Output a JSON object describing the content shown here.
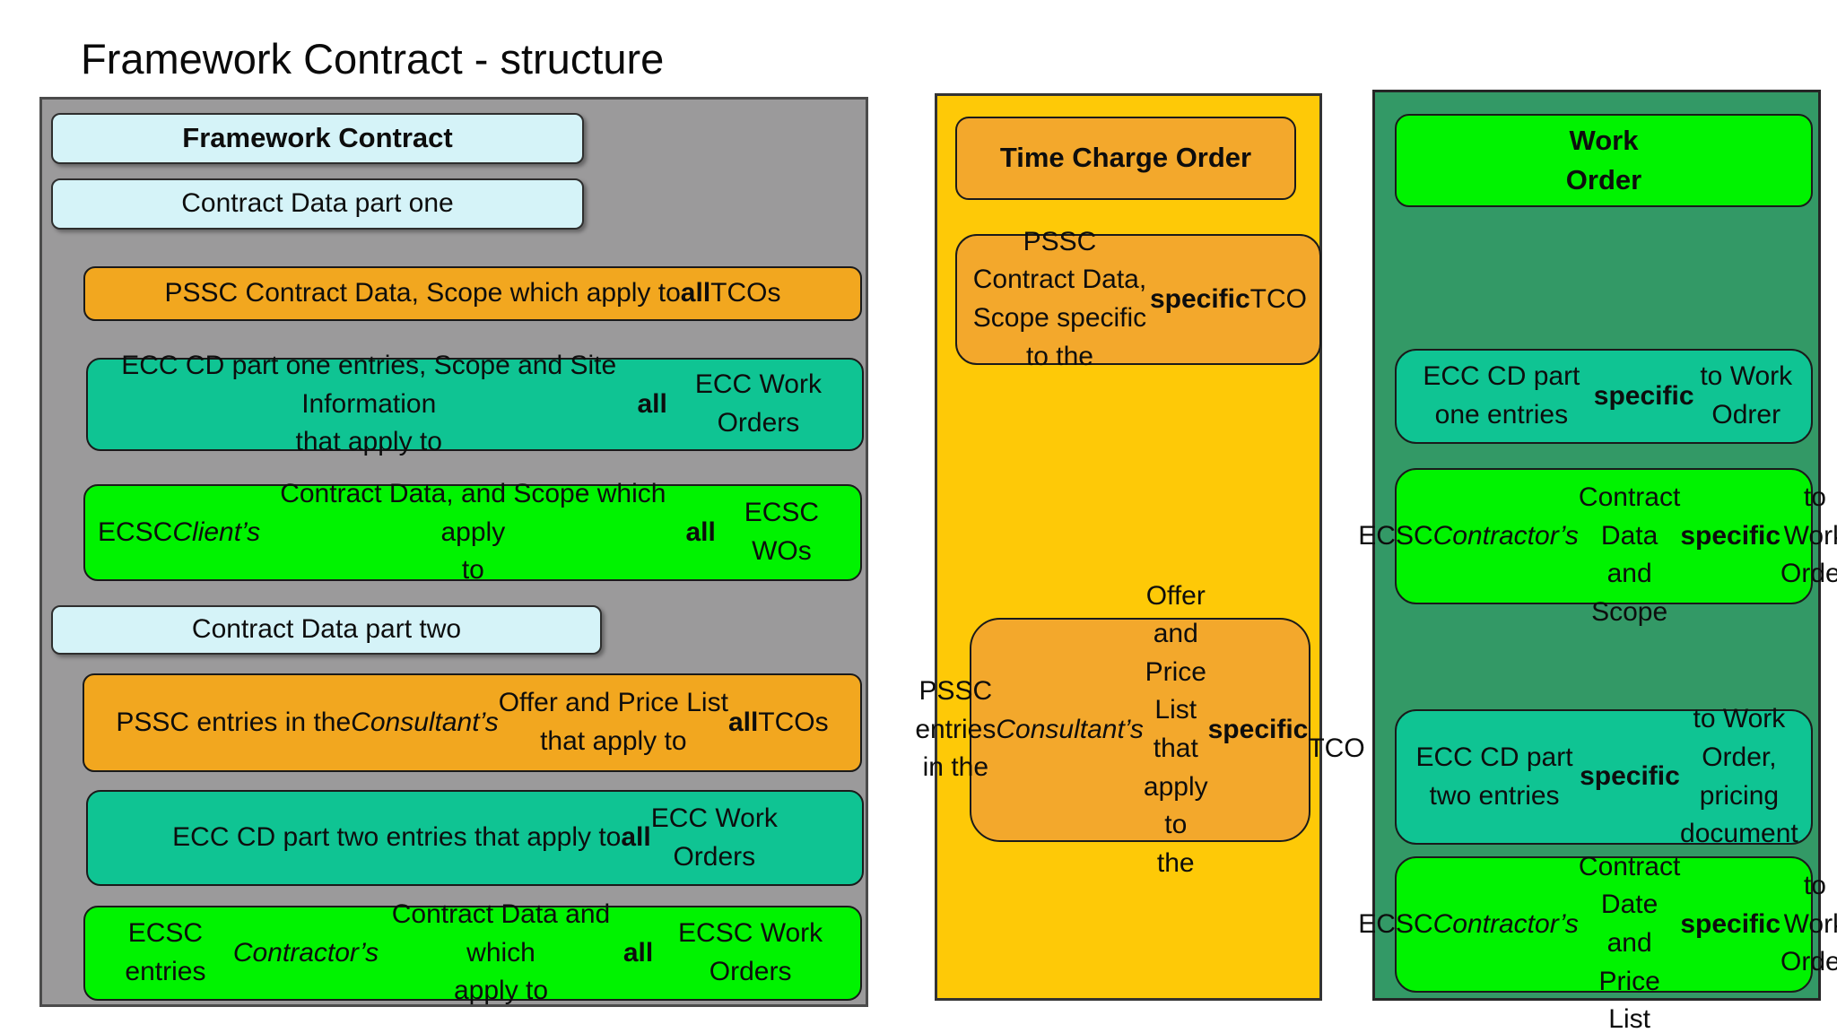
{
  "title": "Framework Contract - structure",
  "colors": {
    "left_column_bg": "#9b9a9b",
    "middle_column_bg": "#fec907",
    "right_column_bg": "#339966",
    "cyan_box": "#d5f3f8",
    "orange_box": "#f2a71f",
    "mid_orange_box": "#f3a82c",
    "teal_box": "#0fc493",
    "green_box": "#00f300",
    "box_border": "#1a1a1a"
  },
  "left": {
    "name": "Framework Contract column",
    "boxes": [
      {
        "name": "framework-contract-header",
        "runs": [
          {
            "text": "Framework Contract",
            "bold": true
          }
        ]
      },
      {
        "name": "contract-data-part-one",
        "runs": [
          {
            "text": "Contract Data part one"
          }
        ]
      },
      {
        "name": "pssc-contract-data-all-tcos",
        "runs": [
          {
            "text": "PSSC Contract Data, Scope which apply to "
          },
          {
            "text": "all",
            "bold": true
          },
          {
            "text": " TCOs"
          }
        ]
      },
      {
        "name": "ecc-cd-part-one-all",
        "runs": [
          {
            "text": "ECC CD part one entries, Scope and Site Information\nthat apply to "
          },
          {
            "text": "all",
            "bold": true
          },
          {
            "text": " ECC Work Orders"
          }
        ]
      },
      {
        "name": "ecsc-clients-contract-data-all",
        "runs": [
          {
            "text": "ECSC "
          },
          {
            "text": "Client’s",
            "italic": true
          },
          {
            "text": " Contract Data, and Scope which apply\nto "
          },
          {
            "text": "all",
            "bold": true
          },
          {
            "text": " ECSC WOs"
          }
        ]
      },
      {
        "name": "contract-data-part-two",
        "runs": [
          {
            "text": "Contract Data part two"
          }
        ]
      },
      {
        "name": "pssc-entries-all-tcos",
        "runs": [
          {
            "text": "PSSC  entries in the "
          },
          {
            "text": "Consultant’s",
            "italic": true
          },
          {
            "text": " Offer and Price List\nthat apply to "
          },
          {
            "text": "all",
            "bold": true
          },
          {
            "text": " TCOs"
          }
        ]
      },
      {
        "name": "ecc-cd-part-two-all",
        "runs": [
          {
            "text": "ECC CD part two entries that apply to "
          },
          {
            "text": "all",
            "bold": true
          },
          {
            "text": " ECC Work\nOrders"
          }
        ]
      },
      {
        "name": "ecsc-entries-contractors-all",
        "runs": [
          {
            "text": "ECSC entries "
          },
          {
            "text": "Contractor’s",
            "italic": true
          },
          {
            "text": " Contract Data and which\napply to "
          },
          {
            "text": "all",
            "bold": true
          },
          {
            "text": " ECSC Work Orders"
          }
        ]
      }
    ]
  },
  "middle": {
    "name": "Time Charge Order column",
    "boxes": [
      {
        "name": "time-charge-order-header",
        "runs": [
          {
            "text": "Time Charge Order",
            "bold": true
          }
        ]
      },
      {
        "name": "pssc-contract-data-specific-tco",
        "runs": [
          {
            "text": "PSSC Contract Data,\nScope specific to the\n"
          },
          {
            "text": "specific",
            "bold": true
          },
          {
            "text": " TCO"
          }
        ]
      },
      {
        "name": "pssc-entries-specific-tco",
        "runs": [
          {
            "text": "PSSC entries in the\n"
          },
          {
            "text": "Consultant’s",
            "italic": true
          },
          {
            "text": " Offer\nand Price List that\napply to the "
          },
          {
            "text": "specific",
            "bold": true
          },
          {
            "text": "\nTCO"
          }
        ]
      }
    ]
  },
  "right": {
    "name": "Work Order column",
    "boxes": [
      {
        "name": "work-order-header",
        "runs": [
          {
            "text": "Work\nOrder",
            "bold": true
          }
        ]
      },
      {
        "name": "ecc-cd-part-one-specific",
        "runs": [
          {
            "text": "ECC CD part one entries\n"
          },
          {
            "text": "specific",
            "bold": true
          },
          {
            "text": " to Work Odrer"
          }
        ]
      },
      {
        "name": "ecsc-contractors-cd-scope-specific",
        "runs": [
          {
            "text": "ECSC "
          },
          {
            "text": "Contractor’s",
            "italic": true
          },
          {
            "text": "\nContract Data and Scope\n"
          },
          {
            "text": "specific",
            "bold": true
          },
          {
            "text": " to Work Order"
          }
        ]
      },
      {
        "name": "ecc-cd-part-two-specific",
        "runs": [
          {
            "text": "ECC CD part two entries\n"
          },
          {
            "text": "specific",
            "bold": true
          },
          {
            "text": " to Work Order,\npricing document"
          }
        ]
      },
      {
        "name": "ecsc-contractors-date-price-specific",
        "runs": [
          {
            "text": "ECSC "
          },
          {
            "text": "Contractor’s",
            "italic": true
          },
          {
            "text": "\nContract Date and Price\nList "
          },
          {
            "text": "specific",
            "bold": true
          },
          {
            "text": " to Work Order"
          }
        ]
      }
    ]
  }
}
